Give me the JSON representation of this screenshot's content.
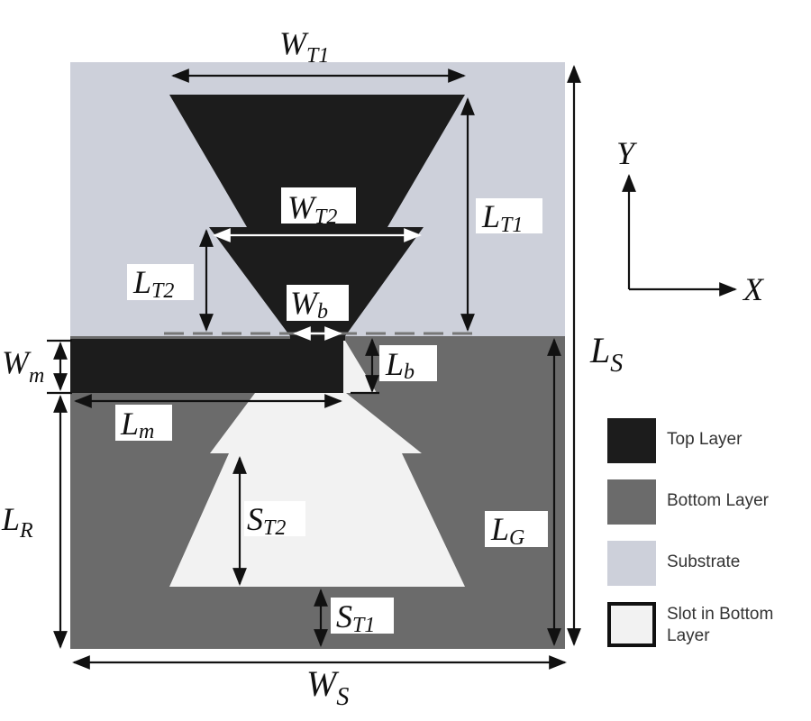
{
  "figure": {
    "type": "antenna-geometry",
    "colors": {
      "top_layer": "#1c1c1c",
      "bottom_layer": "#6b6b6b",
      "substrate": "#cdd0da",
      "slot": "#f2f2f2",
      "dimension_line": "#111111",
      "label_bg": "#ffffff"
    },
    "dimensions": {
      "WT1": {
        "main": "W",
        "sub": "T1"
      },
      "WT2": {
        "main": "W",
        "sub": "T2"
      },
      "LT1": {
        "main": "L",
        "sub": "T1"
      },
      "LT2": {
        "main": "L",
        "sub": "T2"
      },
      "Wb": {
        "main": "W",
        "sub": "b"
      },
      "Lb": {
        "main": "L",
        "sub": "b"
      },
      "Wm": {
        "main": "W",
        "sub": "m"
      },
      "Lm": {
        "main": "L",
        "sub": "m"
      },
      "LR": {
        "main": "L",
        "sub": "R"
      },
      "LG": {
        "main": "L",
        "sub": "G"
      },
      "LS": {
        "main": "L",
        "sub": "S"
      },
      "WS": {
        "main": "W",
        "sub": "S"
      },
      "ST1": {
        "main": "S",
        "sub": "T1"
      },
      "ST2": {
        "main": "S",
        "sub": "T2"
      }
    },
    "axes": {
      "x": "X",
      "y": "Y"
    }
  },
  "legend": {
    "items": [
      {
        "label": "Top Layer",
        "swatch": "top_layer"
      },
      {
        "label": "Bottom Layer",
        "swatch": "bottom_layer"
      },
      {
        "label": "Substrate",
        "swatch": "substrate"
      },
      {
        "label": "Slot in Bottom Layer",
        "swatch": "slot"
      }
    ]
  }
}
